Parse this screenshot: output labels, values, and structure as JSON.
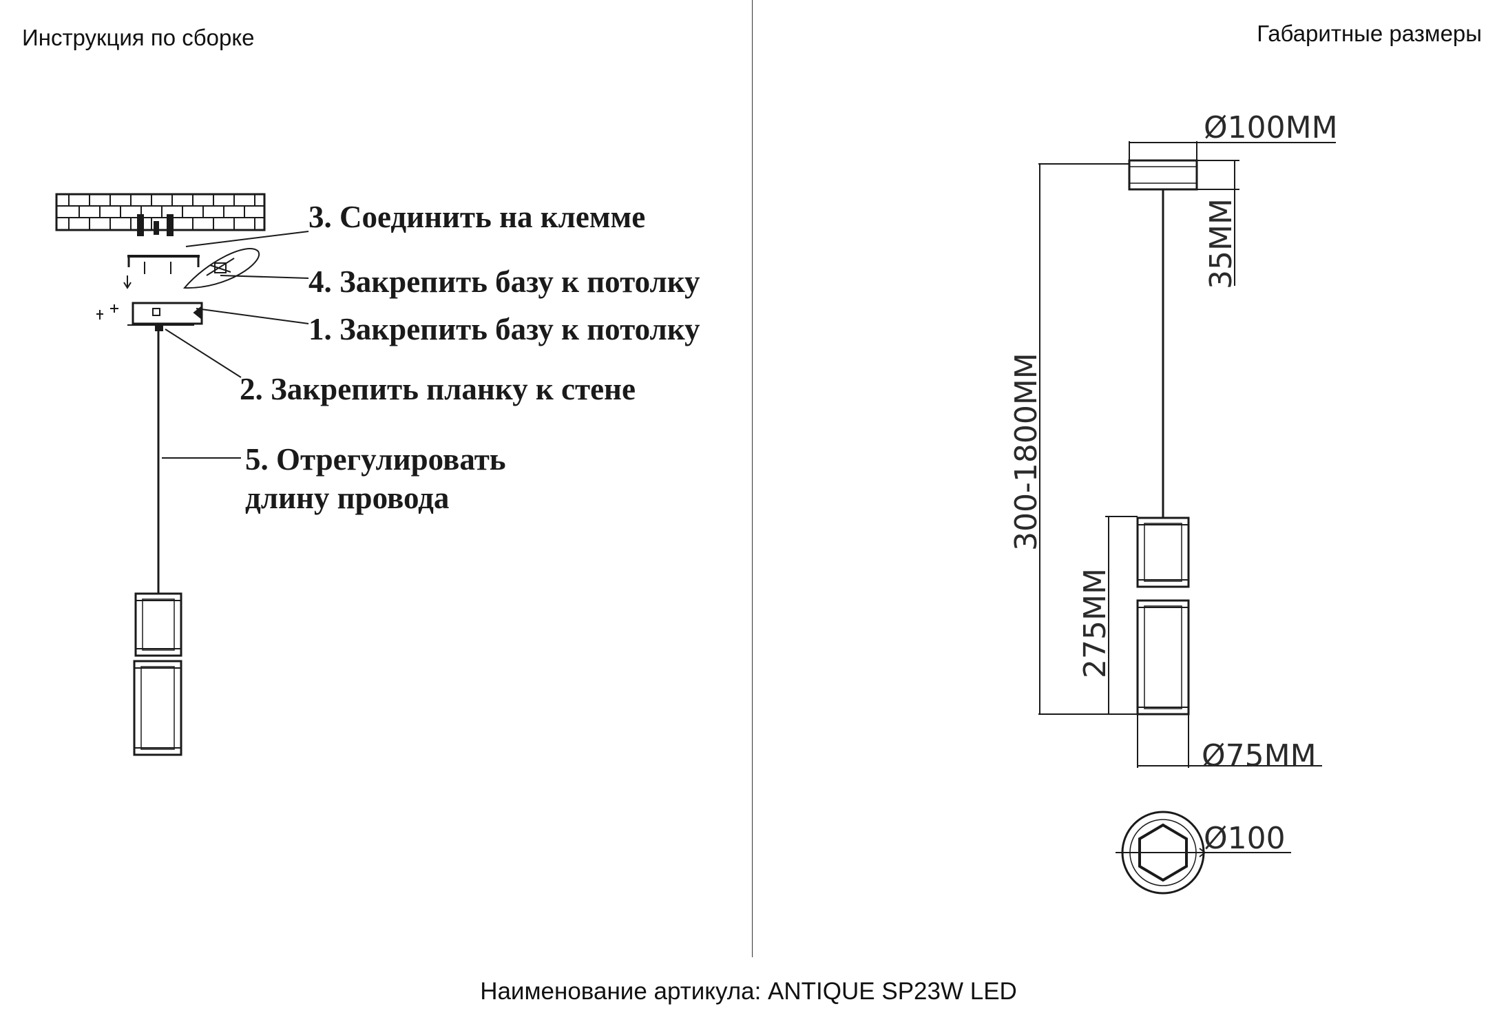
{
  "header": {
    "left_title": "Инструкция по сборке",
    "right_title": "Габаритные размеры"
  },
  "assembly_steps": [
    "2. Закрепить планку к стене",
    "3. Соединить на клемме",
    "4. Закрепить базу к потолку",
    "1. Закрепить базу к потолку",
    "5. Отрегулировать",
    "длину провода"
  ],
  "dimensions": {
    "canopy_diameter": "Ø100MM",
    "canopy_height": "35MM",
    "total_length": "300-1800MM",
    "shade_height": "275MM",
    "shade_diameter": "Ø75MM",
    "top_view_diameter": "Ø100"
  },
  "footer": {
    "article_label": "Наименование артикула: ANTIQUE SP23W LED"
  },
  "colors": {
    "line": "#1a1a1a",
    "background": "#ffffff"
  }
}
